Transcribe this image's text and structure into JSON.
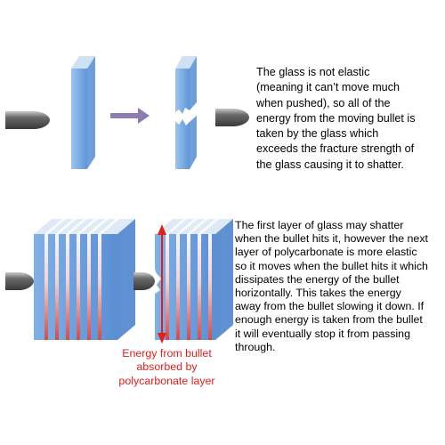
{
  "top_text": "The glass is not elastic\n(meaning it can’t move much\nwhen pushed), so all of the\nenergy from the moving bullet is\ntaken by the glass which\nexceeds the fracture strength of\nthe glass causing it to shatter.",
  "bottom_text": "The first layer of glass may shatter\nwhen the bullet hits it, however the next\nlayer of polycarbonate is more elastic\nso it moves when the bullet hits it which\ndissipates the energy of the bullet\nhorizontally.  This takes the energy\naway from the bullet slowing it down.  If\nenough energy is taken from the bullet\nit will eventually stop it from passing\nthrough.",
  "caption": "Energy from bullet\nabsorbed by\npolycarbonate layer",
  "colors": {
    "glass_front": "#6b9fdc",
    "glass_side": "#9bc3ee",
    "glass_top": "#c4dbf5",
    "bullet": "#5a5a5a",
    "arrow": "#8f7bb0",
    "energy": "#e0201c"
  }
}
